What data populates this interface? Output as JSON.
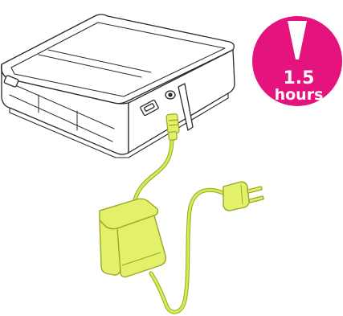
{
  "badge": {
    "value": "1.5",
    "unit": "hours",
    "color": "#e5137e"
  },
  "colors": {
    "outline": "#2a2a2a",
    "cable": "#d7ea4f",
    "adapter_fill": "#e2f06a",
    "adapter_stroke": "#9aa826",
    "background": "#ffffff"
  },
  "icons": [
    "printer-device",
    "power-adapter",
    "wall-plug",
    "timer-badge"
  ]
}
